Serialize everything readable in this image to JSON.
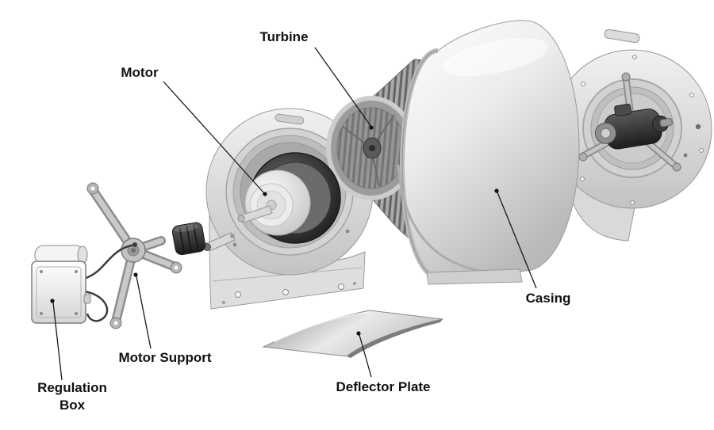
{
  "figure": {
    "type": "exploded-view-diagram",
    "subject": "Centrifugal fan blower assembly, exploded view with part callouts",
    "background": "#ffffff"
  },
  "labels": {
    "turbine": "Turbine",
    "motor": "Motor",
    "casing": "Casing",
    "motor_support": "Motor Support",
    "regulation_box_line1": "Regulation",
    "regulation_box_line2": "Box",
    "deflector_plate": "Deflector Plate"
  },
  "colors": {
    "label_text": "#111111",
    "leader_line": "#1a1a1a",
    "metal_light": "#f2f2f2",
    "metal_mid": "#c9c9c9",
    "metal_dark": "#8c8c8c",
    "motor_dark": "#2e2e2e",
    "blade_dark": "#5f5f5f"
  }
}
